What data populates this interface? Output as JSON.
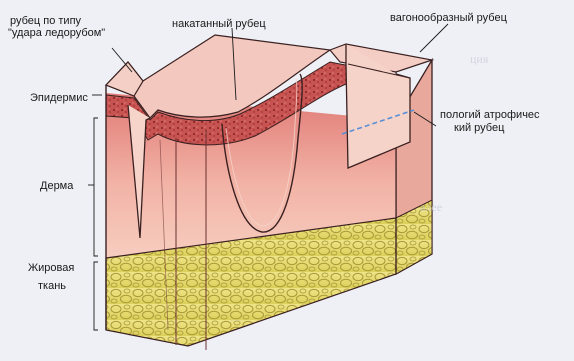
{
  "labels": {
    "ice_pick": [
      "рубец по типу",
      "\"удара ледорубом\""
    ],
    "rolling": "накатанный рубец",
    "boxcar": "вагонообразный рубец",
    "epidermis": "Эпидермис",
    "dermis": "Дерма",
    "fat": [
      "Жировая",
      "ткань"
    ],
    "atrophic": [
      "пологий атрофичес",
      "кий рубец"
    ]
  },
  "colors": {
    "background": "#eef0f6",
    "top_surface": "#f3c8bf",
    "dermis_light": "#f6cdbf",
    "dermis_dark": "#e07a76",
    "epidermis_band": "#c8504f",
    "fat": "#e6dc6a",
    "fat_cell_outline": "#b0a43a",
    "outline": "#3a2020",
    "dashed_line": "#5a8fd6"
  }
}
